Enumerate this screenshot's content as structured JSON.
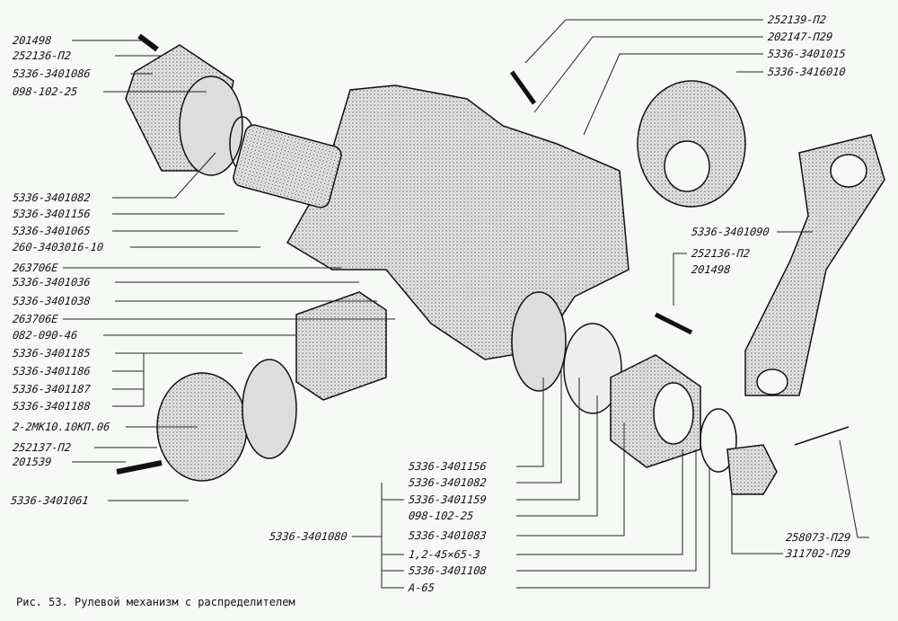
{
  "labels_left": [
    "201498",
    "252136-П2",
    "5336-3401086",
    "098-102-25",
    "5336-3401082",
    "5336-3401156",
    "5336-3401065",
    "260-3403016-10",
    "263706Е",
    "5336-3401036",
    "5336-3401038",
    "263706Е",
    "082-090-46",
    "5336-3401185",
    "5336-3401186",
    "5336-3401187",
    "5336-3401188",
    "2-2МК10.10КП.06",
    "252137-П2",
    "201539",
    "5336-3401061"
  ],
  "labels_right_top": [
    "252139-П2",
    "202147-П29",
    "5336-3401015",
    "5336-3416010"
  ],
  "labels_right_mid": [
    "5336-3401090",
    "252136-П2",
    "201498"
  ],
  "labels_bottom": [
    "5336-3401156",
    "5336-3401082",
    "5336-3401159",
    "098-102-25",
    "5336-3401080",
    "5336-3401083",
    "1,2-45×65-3",
    "5336-3401108",
    "А-65"
  ],
  "labels_bottom_right": [
    "258073-П29",
    "311702-П29"
  ],
  "caption": "Рис. 53. Рулевой механизм с распределителем"
}
